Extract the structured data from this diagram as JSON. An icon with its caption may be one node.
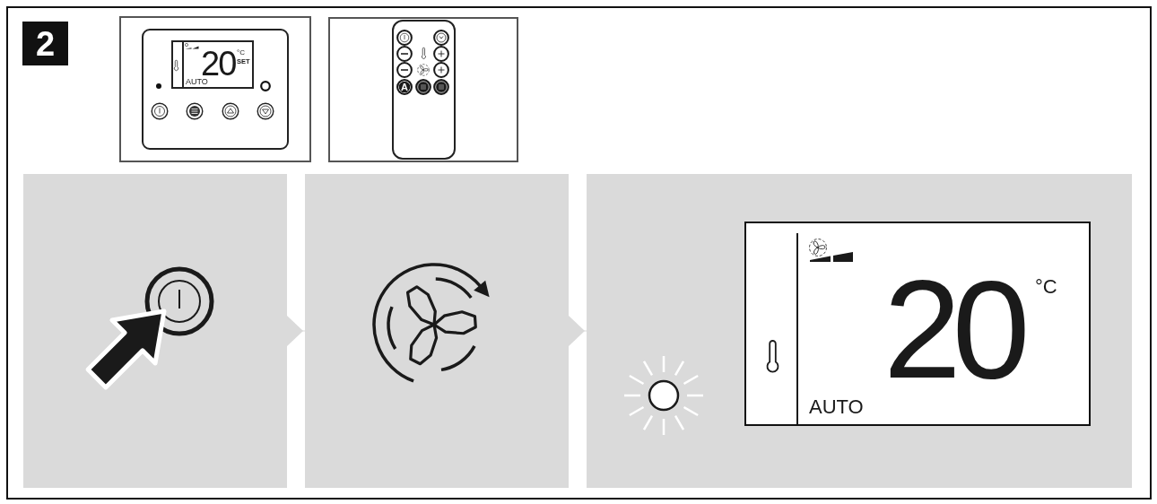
{
  "diagram": {
    "nodes": [
      {
        "text": [
          "2"
        ]
      },
      {
        "text": [
          "20",
          "°C",
          "SET",
          "AUTO"
        ]
      },
      {
        "text": [
          "A"
        ]
      },
      {
        "text": [],
        "shape": "picture"
      },
      {
        "text": [],
        "shape": "picture"
      },
      {
        "text": [],
        "shape": "picture"
      },
      {
        "text": [
          "20",
          "°C",
          "AUTO"
        ],
        "in": 5
      }
    ],
    "edges": [
      {
        "from": 3,
        "to": 4,
        "arrow": "to"
      },
      {
        "from": 4,
        "to": 5,
        "arrow": "to"
      }
    ]
  }
}
